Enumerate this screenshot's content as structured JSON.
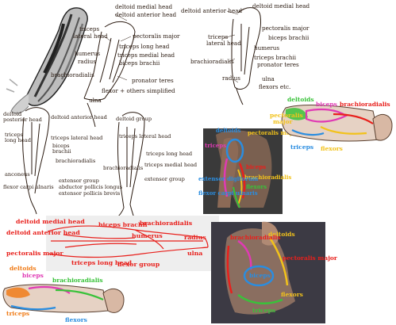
{
  "colors": {
    "ink": "#2a1a10",
    "red": "#e8201c",
    "yellow": "#f2c21b",
    "blue": "#2a8de0",
    "green": "#39c23a",
    "magenta": "#e03ab4",
    "orange": "#f07d1a",
    "purple": "#7a3ad0"
  },
  "panel1": {
    "deltoid_medial_head": "deltoid medial head",
    "deltoid_anterior_head": "deltoid anterior head",
    "triceps": "triceps",
    "lateral_head": "lateral head",
    "pectoralis_major": "pectoralis major",
    "triceps_long_head": "triceps long head",
    "humerus": "humerus",
    "radius": "radius",
    "triceps_medial_head": "triceps medial head",
    "brachioradialis": "brachioradialis",
    "biceps_brachii": "biceps brachii",
    "pronator_teres": "pronator teres",
    "flexor_others": "flexor + others simplified",
    "ulna": "ulna"
  },
  "panel2": {
    "deltoid_anterior_head": "deltoid anterior head",
    "deltoid_medial_head": "deltoid medial head",
    "pectoralis_major": "pectoralis major",
    "triceps": "triceps",
    "lateral_head": "lateral head",
    "biceps_brachii": "biceps brachii",
    "humerus": "humerus",
    "triceps_brachii": "triceps brachii",
    "brachioradialis": "brachioradialis",
    "pronator_teres": "pronator teres",
    "radius": "radius",
    "ulna": "ulna",
    "flexors_etc": "flexors etc."
  },
  "panel3": {
    "deltoid": "deltoid",
    "posterior_head": "posterior head",
    "deltoid_anterior_head": "deltoid anterior head",
    "triceps": "triceps",
    "long_head": "long head",
    "triceps_lateral_head": "triceps lateral head",
    "biceps": "biceps",
    "brachii": "brachii",
    "brachioradialis": "brachioradialis",
    "anconeus": "anconeus",
    "extensor_group": "extensor group",
    "abductor": "abductor pollicis longus",
    "flexor_carpi_ulnaris": "flexor carpi ulnaris",
    "extensor_pollicis_brevis": "extensor pollicis brevis"
  },
  "panel4": {
    "deltoid_group": "deltoid group",
    "triceps_lateral_head": "triceps lateral head",
    "triceps_long_head": "triceps long head",
    "brachioradialis": "brachioradialis",
    "triceps_medial_head": "triceps medial head",
    "extensor_group": "extensor group"
  },
  "panel5": {
    "deltoids": "deltoids",
    "pectoralis_major": "pectoralis major",
    "triceps": "triceps",
    "biceps": "biceps",
    "brachioradialis": "brachioradialis",
    "flexors": "flexors",
    "extensor_digitorum": "extensor digitorum",
    "flexor_carpi_ulnaris": "flexor carpi ulnaris"
  },
  "panel6": {
    "deltoids": "deltoids",
    "biceps": "biceps",
    "brachioradialis": "brachioradialis",
    "triceps": "triceps",
    "flexors": "flexors",
    "pectoralis": "pectoralis",
    "major": "major"
  },
  "panel7": {
    "deltoid_medial_head": "deltoid medial head",
    "deltoid_anterior_head": "deltoid anterior head",
    "pectoralis_major": "pectoralis major",
    "biceps_brachii": "biceps brachii",
    "brachioradialis": "brachioradialis",
    "humerus": "humerus",
    "radius": "radius",
    "ulna": "ulna",
    "triceps_long_head": "triceps long head",
    "flexor_group": "flexor group"
  },
  "panel8": {
    "deltoids": "deltoids",
    "biceps": "biceps",
    "brachioradialis": "brachioradialis",
    "triceps": "triceps",
    "flexors": "flexors"
  },
  "panel9": {
    "deltoids": "deltoids",
    "brachioradialis": "brachioradialis",
    "pectoralis_major": "pectoralis major",
    "biceps": "biceps",
    "triceps": "triceps",
    "flexors": "flexors"
  }
}
